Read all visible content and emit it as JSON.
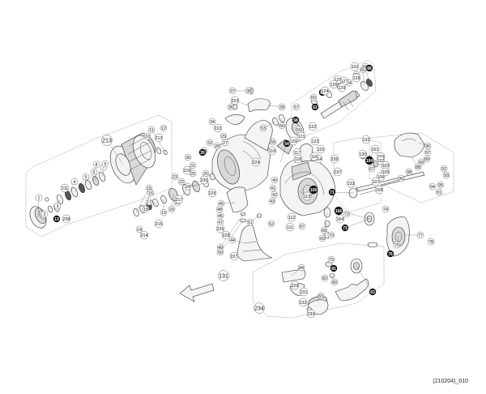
{
  "diagram_code": "(210204)_010",
  "black_labels": [
    "86",
    "81",
    "58",
    "104",
    "71",
    "76",
    "54",
    "13",
    "109",
    "35",
    "63",
    "73",
    "166",
    "61",
    "62"
  ],
  "group_labels": [
    "213",
    "234",
    "131"
  ],
  "labels": [
    "1",
    "2",
    "3",
    "4",
    "5",
    "6",
    "7",
    "8",
    "9",
    "10",
    "11",
    "12",
    "13",
    "14",
    "15",
    "16",
    "17",
    "18",
    "19",
    "20",
    "21",
    "22",
    "23",
    "24",
    "25",
    "26",
    "27",
    "28",
    "29",
    "30",
    "31",
    "32",
    "33",
    "34",
    "35",
    "36",
    "37",
    "38",
    "39",
    "40",
    "41",
    "42",
    "43",
    "44",
    "45",
    "46",
    "47",
    "48",
    "49",
    "50",
    "51",
    "52",
    "53",
    "54",
    "55",
    "56",
    "57",
    "58",
    "59",
    "60",
    "61",
    "62",
    "63",
    "64",
    "65",
    "66",
    "67",
    "68",
    "69",
    "70",
    "71",
    "72",
    "73",
    "74",
    "75",
    "76",
    "77",
    "78",
    "79",
    "80",
    "81",
    "82",
    "83",
    "84",
    "85",
    "86",
    "87",
    "88",
    "89",
    "90",
    "91",
    "92",
    "93",
    "94",
    "95",
    "96",
    "97",
    "98",
    "99",
    "100",
    "101",
    "102",
    "103",
    "104",
    "105",
    "106",
    "107",
    "108",
    "109",
    "110",
    "111",
    "112",
    "113",
    "114",
    "115",
    "116",
    "117",
    "118",
    "119",
    "120",
    "121",
    "122",
    "123",
    "124",
    "125",
    "126",
    "127",
    "128",
    "129",
    "130",
    "131",
    "132",
    "133",
    "164",
    "166",
    "211",
    "212",
    "213",
    "214",
    "215",
    "216",
    "217",
    "222",
    "223",
    "224",
    "225",
    "226",
    "227",
    "228",
    "229",
    "230",
    "231",
    "232",
    "233",
    "234",
    "235",
    "237",
    "238"
  ]
}
